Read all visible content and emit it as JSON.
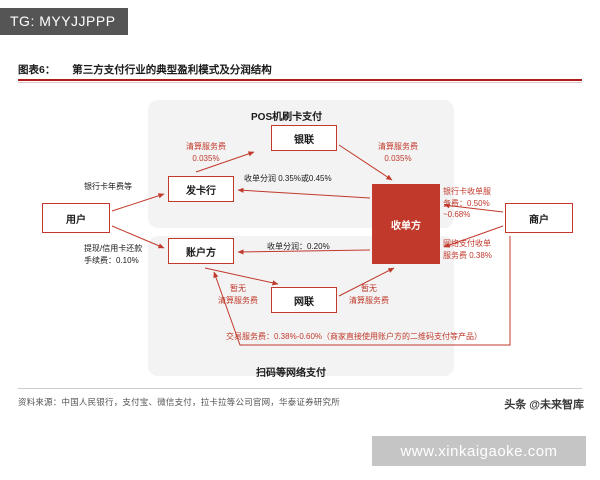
{
  "banner": {
    "text": "TG: MYYJJPPP"
  },
  "title": {
    "figure_label": "图表6：",
    "text": "第三方支付行业的典型盈利模式及分润结构",
    "rule_color": "#b01b1b"
  },
  "diagram": {
    "panels": [
      {
        "name": "pos",
        "label": "POS机刷卡支付"
      },
      {
        "name": "net",
        "label": "扫码等网络支付"
      }
    ],
    "nodes": [
      {
        "name": "user",
        "label": "用户",
        "style": "outline"
      },
      {
        "name": "merchant",
        "label": "商户",
        "style": "outline"
      },
      {
        "name": "unionpay",
        "label": "银联",
        "style": "outline"
      },
      {
        "name": "issuer",
        "label": "发卡行",
        "style": "outline"
      },
      {
        "name": "account",
        "label": "账户方",
        "style": "outline"
      },
      {
        "name": "netsunion",
        "label": "网联",
        "style": "outline"
      },
      {
        "name": "acquirer",
        "label": "收单方",
        "style": "filled"
      }
    ],
    "annotations": [
      {
        "name": "clearing-fee-left",
        "line1": "清算服务费",
        "line2": "0.035%"
      },
      {
        "name": "clearing-fee-right",
        "line1": "清算服务费",
        "line2": "0.035%"
      },
      {
        "name": "bank-card-fee",
        "line1": "银行卡年费等",
        "line2": ""
      },
      {
        "name": "split-pos",
        "line1": "收单分润 0.35%或0.45%",
        "line2": ""
      },
      {
        "name": "acquiring-service",
        "line1": "银行卡收单服",
        "line2": "务费：0.50%",
        "line3": "~0.68%"
      },
      {
        "name": "network-service",
        "line1": "网络支付收单",
        "line2": "服务费 0.38%"
      },
      {
        "name": "withdraw-fee",
        "line1": "提现/信用卡还款",
        "line2": "手续费：0.10%"
      },
      {
        "name": "split-net",
        "line1": "收单分润：0.20%",
        "line2": ""
      },
      {
        "name": "free-clearing-left",
        "line1": "暂无",
        "line2": "清算服务费"
      },
      {
        "name": "free-clearing-right",
        "line1": "暂无",
        "line2": "清算服务费"
      },
      {
        "name": "trade-service-fee",
        "line1": "交易服务费：0.38%-0.60%（商家直接使用账户方的二维码支付等产品）",
        "line2": ""
      }
    ]
  },
  "source": {
    "text": "资料来源：中国人民银行，支付宝、微信支付，拉卡拉等公司官网，华泰证券研究所"
  },
  "watermarks": {
    "headline": "头条 @未来智库",
    "site": "www.xinkaigaoke.com"
  }
}
